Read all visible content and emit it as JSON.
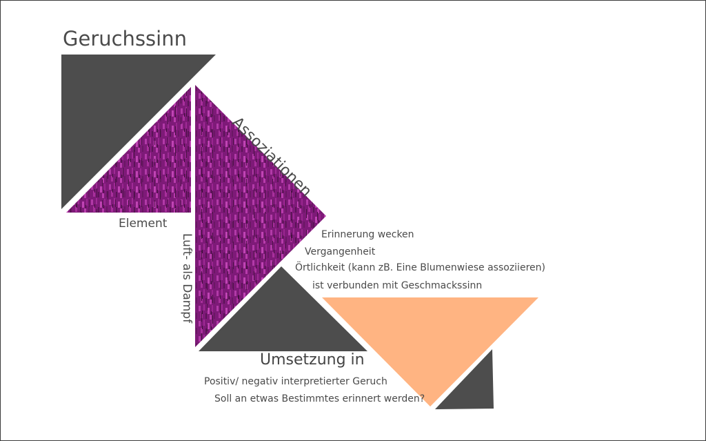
{
  "title": "Geruchssinn",
  "element_label": "Element",
  "luft_label": "Luft- als Dampf",
  "assoziationen": {
    "heading": "Assoziationen",
    "items": [
      "Erinnerung wecken",
      "Vergangenheit",
      "Örtlichkeit (kann zB. Eine Blumenwiese assoziieren)",
      "ist verbunden mit Geschmackssinn"
    ]
  },
  "umsetzung": {
    "heading": "Umsetzung in",
    "items": [
      "Positiv/ negativ interpretierter Geruch",
      "Soll an etwas Bestimmtes erinnert werden?"
    ]
  },
  "colors": {
    "dark_gray": "#4d4d4d",
    "lavender_purple": "#8a1e84",
    "peach": "#ffb482",
    "text": "#4a4a4a"
  }
}
